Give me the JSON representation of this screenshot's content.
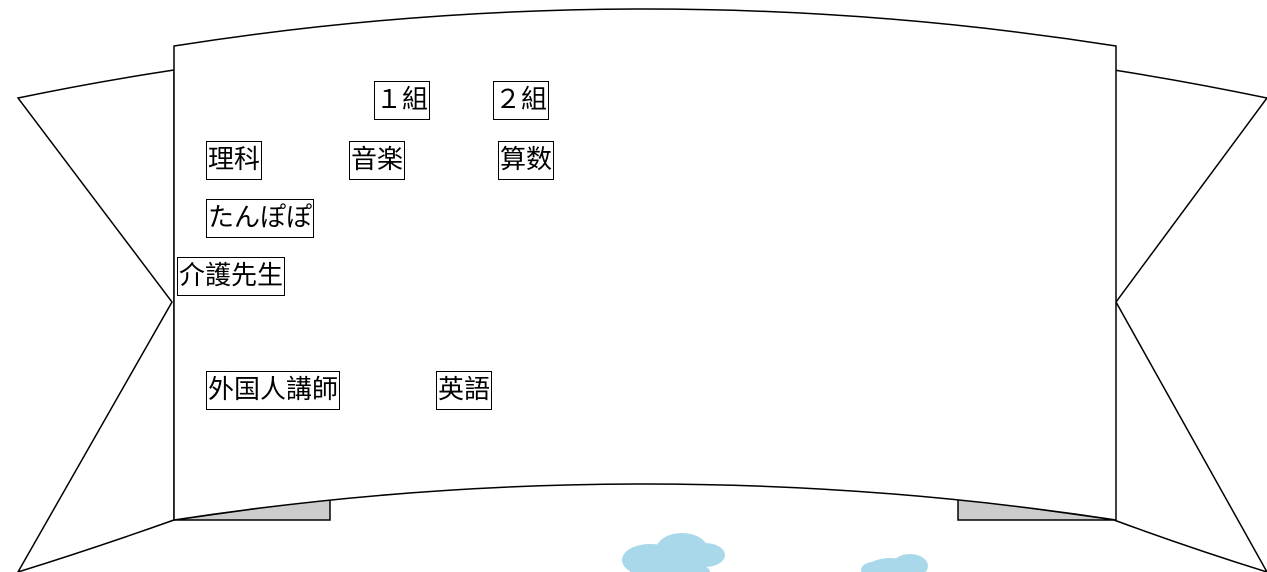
{
  "banner": {
    "labels": {
      "class_1": "１組",
      "class_2": "２組",
      "science": "理科",
      "music": "音楽",
      "math": "算数",
      "tanpopo": "たんぽぽ",
      "care_teacher": "介護先生",
      "foreign_teacher": "外国人講師",
      "english": "英語"
    }
  },
  "colors": {
    "outline": "#000000",
    "fold": "#cccccc",
    "cloud": "#a8d8ea",
    "background": "#ffffff"
  }
}
